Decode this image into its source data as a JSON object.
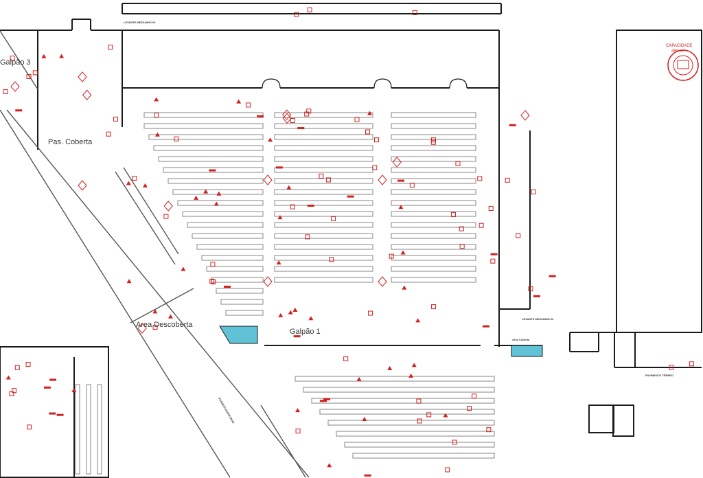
{
  "labels": {
    "galpao3": "Galpão 3",
    "galpao1": "Galpão 1",
    "pas_coberta": "Pas. Coberta",
    "area_descoberta": "Area Descoberta",
    "capacidade": "CAPACIDADE",
    "capacidade_valor": "450 m³",
    "pavimento_terreo": "PAVIMENTO TÉRREO",
    "mezanino_top": "LEVANTE MEZANINO 03",
    "mezanino_right": "LEVANTE MEZANINO 02",
    "area_coberta": "Área Coberta",
    "acesso": "PASSEIO ASSOCIADO"
  },
  "colors": {
    "wall": "#1a1a1a",
    "symbol": "#d41f1f",
    "rack": "#9a9a9a",
    "highlight": "#5fc2d6"
  },
  "icons": {
    "fire_extinguisher": "extinguisher-icon",
    "hydrant": "hydrant-icon",
    "alarm": "alarm-icon",
    "exit": "exit-sign-icon"
  }
}
